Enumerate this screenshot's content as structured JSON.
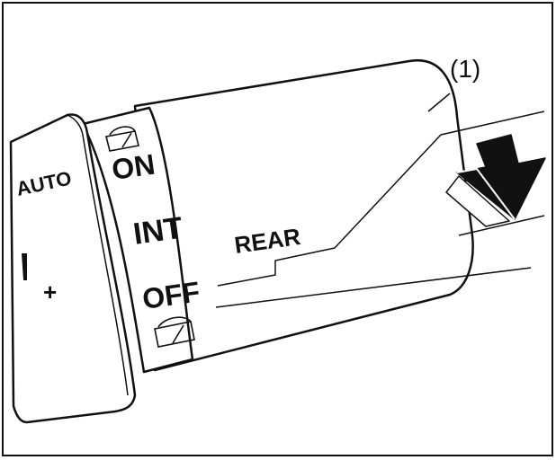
{
  "diagram": {
    "callout": "(1)",
    "labels": {
      "auto": "AUTO",
      "plus": "+",
      "on": "ON",
      "int": "INT",
      "off": "OFF",
      "rear": "REAR"
    },
    "colors": {
      "stroke": "#111111",
      "fill": "#ffffff",
      "arrow": "#111111"
    },
    "icons": {
      "on_symbol": "rear-wiper-icon",
      "off_symbol": "rear-wiper-icon",
      "direction": "down-arrow-icon"
    }
  }
}
